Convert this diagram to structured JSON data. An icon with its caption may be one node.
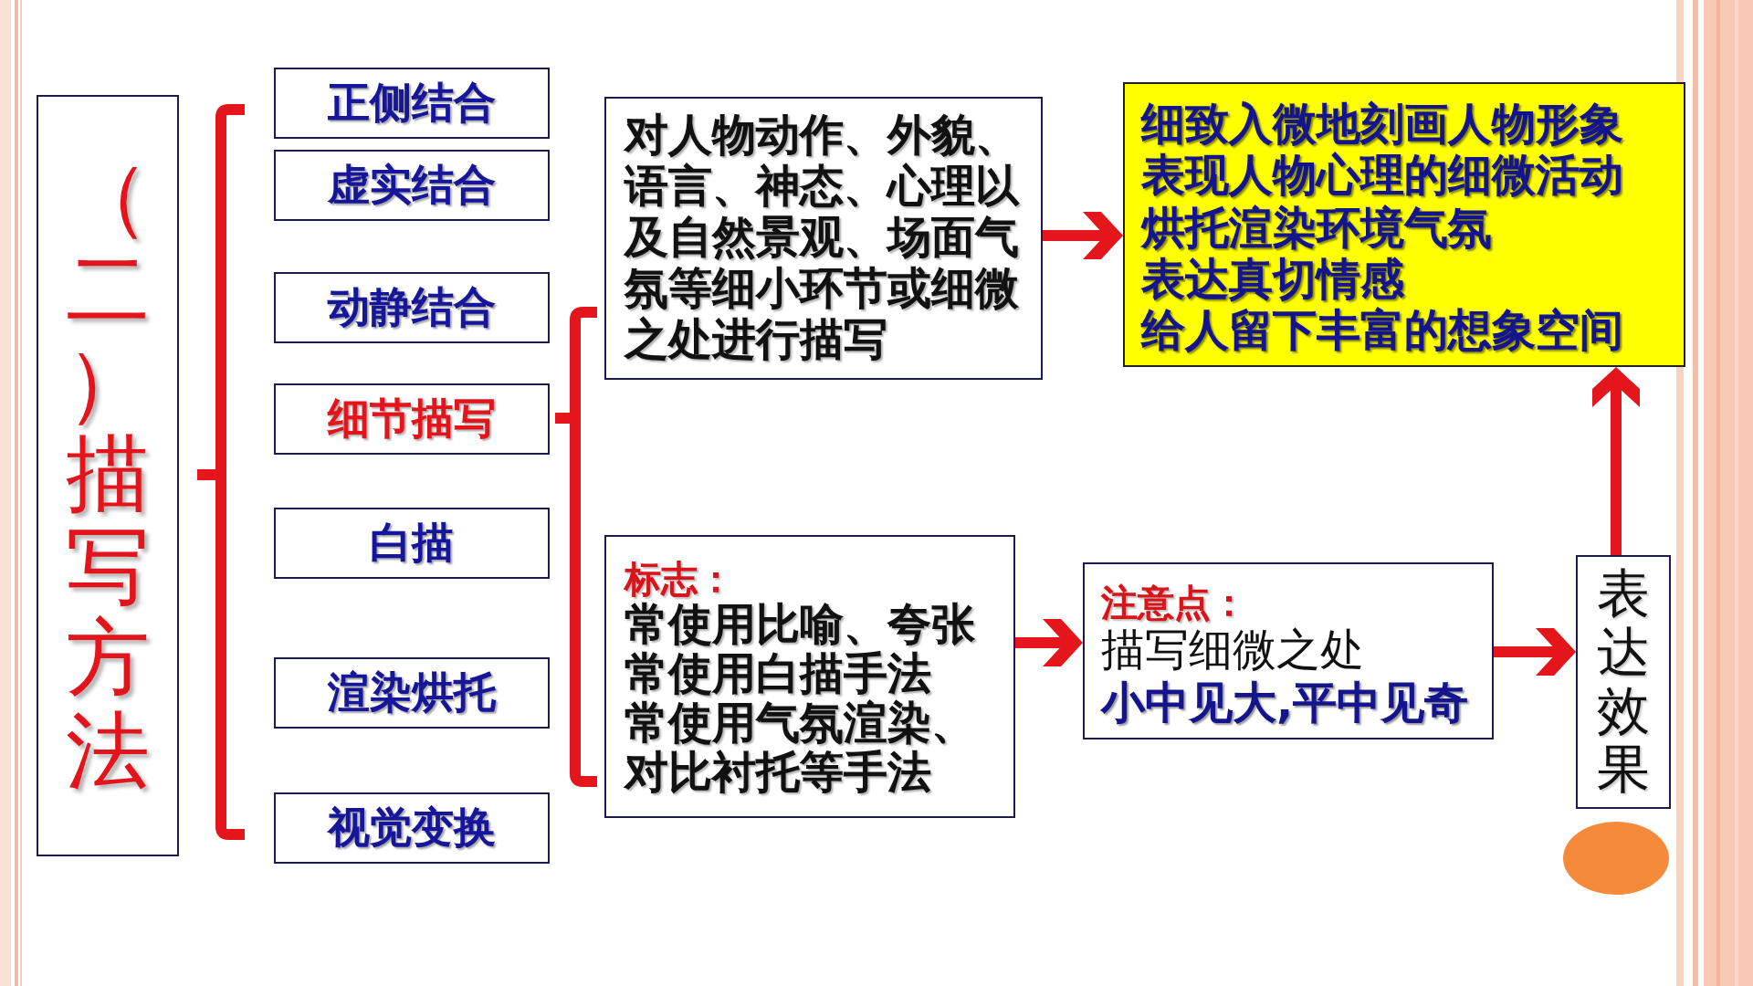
{
  "diagram": {
    "nodes": [
      {
        "text": [
          "（二）描写方法"
        ]
      },
      {
        "text": [
          "正侧结合"
        ]
      },
      {
        "text": [
          "虚实结合"
        ]
      },
      {
        "text": [
          "动静结合"
        ]
      },
      {
        "text": [
          "细节描写"
        ]
      },
      {
        "text": [
          "白描"
        ]
      },
      {
        "text": [
          "渲染烘托"
        ]
      },
      {
        "text": [
          "视觉变换"
        ]
      },
      {
        "text": [
          "对人物动作、外貌、语言、神态、心理以及自然景观、场面气氛等细小环节或细微之处进行描写"
        ]
      },
      {
        "text": [
          "标志：",
          "常使用比喻、夸张",
          "常使用白描手法",
          "常使用气氛渲染、对比衬托等手法"
        ]
      },
      {
        "text": [
          "细致入微地刻画人物形象",
          "表现人物心理的细微活动",
          "烘托渲染环境气氛",
          "表达真切情感",
          "给人留下丰富的想象空间"
        ]
      },
      {
        "text": [
          "注意点：",
          "描写细微之处",
          "小中见大,平中见奇"
        ]
      },
      {
        "text": [
          "表达效果"
        ]
      }
    ],
    "edges": [
      {
        "from": 8,
        "to": 10,
        "arrow": "to"
      },
      {
        "from": 9,
        "to": 11,
        "arrow": "to"
      },
      {
        "from": 11,
        "to": 12,
        "arrow": "to"
      },
      {
        "from": 12,
        "to": 10,
        "arrow": "to"
      }
    ]
  }
}
